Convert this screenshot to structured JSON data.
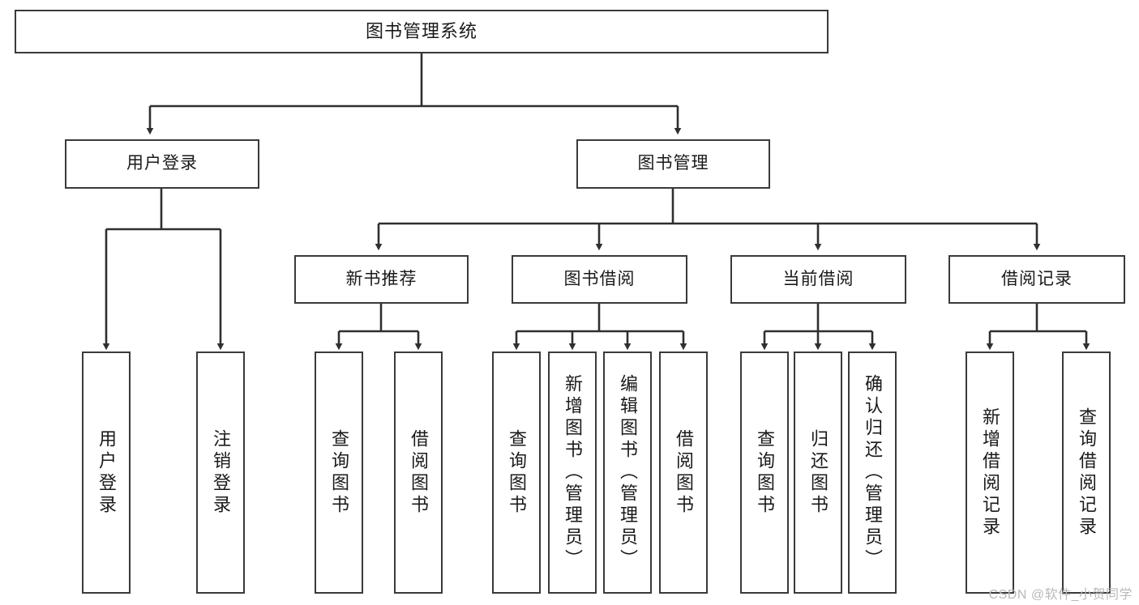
{
  "diagram": {
    "title": "图书管理系统",
    "type": "tree-hierarchy",
    "root": {
      "label": "图书管理系统"
    },
    "level2": [
      {
        "label": "用户登录"
      },
      {
        "label": "图书管理"
      }
    ],
    "level3": [
      {
        "label": "新书推荐"
      },
      {
        "label": "图书借阅"
      },
      {
        "label": "当前借阅"
      },
      {
        "label": "借阅记录"
      }
    ],
    "leaves": {
      "user_login": [
        {
          "label": "用户登录"
        },
        {
          "label": "注销登录"
        }
      ],
      "new_book_recommend": [
        {
          "label": "查询图书"
        },
        {
          "label": "借阅图书"
        }
      ],
      "book_borrow": [
        {
          "label": "查询图书"
        },
        {
          "label": "新增图书（管理员）"
        },
        {
          "label": "编辑图书（管理员）"
        },
        {
          "label": "借阅图书"
        }
      ],
      "current_borrow": [
        {
          "label": "查询图书"
        },
        {
          "label": "归还图书"
        },
        {
          "label": "确认归还（管理员）"
        }
      ],
      "borrow_records": [
        {
          "label": "新增借阅记录"
        },
        {
          "label": "查询借阅记录"
        }
      ]
    }
  },
  "watermark": {
    "text": "CSDN @软件_小贺同学"
  },
  "colors": {
    "box_border": "#3a3a3c",
    "box_fill": "#ffffff",
    "connector": "#2f2f31",
    "text": "#1a1a1a",
    "watermark": "#b9b9b9"
  }
}
